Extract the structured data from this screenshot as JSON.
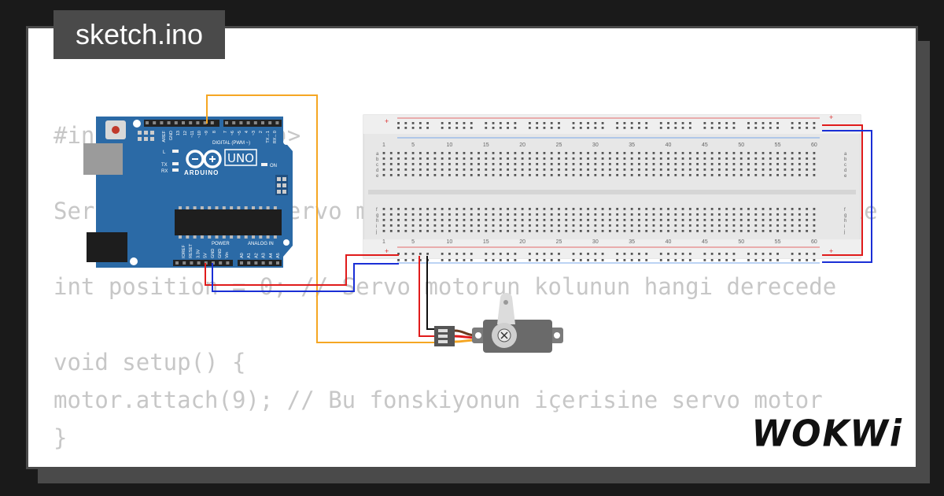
{
  "file_tab": {
    "title": "sketch.ino"
  },
  "code_lines": [
    "#include <Servo.h>",
    "",
    "Servo motor; // servo motor nesnesi tanımlanır, bu nesne ile servoyu kontrol etmek için maxim",
    "",
    "int position = 0; // Servo motorun kolunun hangi derecede",
    "",
    "void setup() {",
    "motor.attach(9); // Bu fonskiyonun içerisine servo motor",
    "}"
  ],
  "arduino": {
    "brand": "ARDUINO",
    "model": "UNO",
    "pin_header_label": "DIGITAL (PWM ~)",
    "power_label": "POWER",
    "analog_label": "ANALOG IN",
    "led_labels": [
      "L",
      "TX",
      "RX"
    ],
    "on_label": "ON",
    "digital_pins": [
      "AREF",
      "GND",
      "13",
      "12",
      "~11",
      "~10",
      "~9",
      "8",
      "7",
      "~6",
      "~5",
      "4",
      "~3",
      "2",
      "TX→1",
      "RX←0"
    ],
    "power_pins": [
      "IOREF",
      "RESET",
      "3.3V",
      "5V",
      "GND",
      "GND",
      "Vin"
    ],
    "analog_pins": [
      "A0",
      "A1",
      "A2",
      "A3",
      "A4",
      "A5"
    ]
  },
  "breadboard": {
    "column_numbers": [
      "1",
      "5",
      "10",
      "15",
      "20",
      "25",
      "30",
      "35",
      "40",
      "45",
      "50",
      "55",
      "60"
    ],
    "row_letters_top": [
      "a",
      "b",
      "c",
      "d",
      "e"
    ],
    "row_letters_bottom": [
      "f",
      "g",
      "h",
      "i",
      "j"
    ],
    "plus": "+",
    "minus": "-"
  },
  "wire_colors": {
    "signal": "#f5a623",
    "power": "#e01b1b",
    "ground": "#1a2fd6",
    "black": "#111111"
  },
  "brand_logo": "WOKWi"
}
